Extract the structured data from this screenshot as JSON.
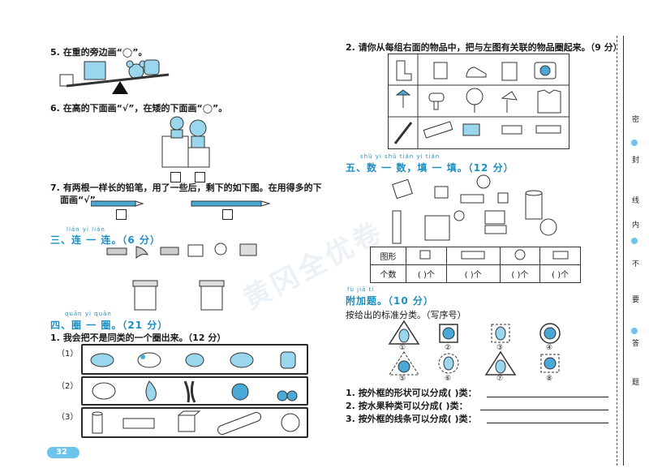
{
  "page_number": "32",
  "watermark": "黄冈全优卷",
  "left": {
    "q5": {
      "num": "5.",
      "text": "在重的旁边画“◯”。"
    },
    "q6": {
      "num": "6.",
      "text": "在高的下面画“√”，在矮的下面画“◯”。"
    },
    "q7": {
      "num": "7.",
      "line1": "有两根一样长的铅笔，用了一些后，剩下的如下图。在用得多的下",
      "line2": "面画“√”。"
    },
    "sec3": {
      "pinyin": "lián  yi  lián",
      "title": "三、连 一 连。（6 分）"
    },
    "sec4": {
      "pinyin": "quān  yi  quān",
      "title": "四、圈 一 圈。（21 分）"
    },
    "q1": {
      "num": "1.",
      "text": "我会把不是同类的一个圈出来。（12 分）"
    },
    "rows": [
      {
        "label": "（1）",
        "items": [
          "horse-icon",
          "cow-icon",
          "bird-icon",
          "bull-icon",
          "cat-icon"
        ]
      },
      {
        "label": "（2）",
        "items": [
          "melon-icon",
          "pear-icon",
          "peapod-icon",
          "apple-icon",
          "cherry-icon"
        ]
      },
      {
        "label": "（3）",
        "items": [
          "cylinder-icon",
          "cuboid-icon",
          "cube-icon",
          "tube-icon",
          "sphere-icon"
        ]
      }
    ]
  },
  "right": {
    "q2": {
      "num": "2.",
      "text": "请你从每组右面的物品中，把与左图有关联的物品圈起来。（9 分）"
    },
    "sec5": {
      "pinyin": "shǔ  yi  shǔ    tián  yi  tián",
      "title": "五、数 一 数，填 一 填。（12 分）"
    },
    "table": {
      "header_label": "图形",
      "count_label": "个数",
      "cells": [
        "(  )个",
        "(  )个",
        "(  )个",
        "(  )个"
      ]
    },
    "extra": {
      "pinyin": "fù  jiā  tí",
      "title": "附加题。（10 分）"
    },
    "extra_instr": "按给出的标准分类。（写序号）",
    "fruit_labels": [
      "①",
      "②",
      "③",
      "④",
      "⑤",
      "⑥",
      "⑦",
      "⑧"
    ],
    "answers": [
      {
        "num": "1.",
        "text": "按外框的形状可以分成(     )类：",
        "bold_prefix": ""
      },
      {
        "num": "2.",
        "text": "按水果种类可以分成(     )类：",
        "bold_prefix": ""
      },
      {
        "num": "3.",
        "text": "按外框的线条可以分成(     )类：",
        "bold_prefix": ""
      }
    ]
  },
  "side_labels": [
    "密",
    "封",
    "线",
    "内",
    "不",
    "要",
    "答",
    "题"
  ],
  "colors": {
    "accent": "#1c8fc2",
    "light": "#6cc4ea"
  }
}
